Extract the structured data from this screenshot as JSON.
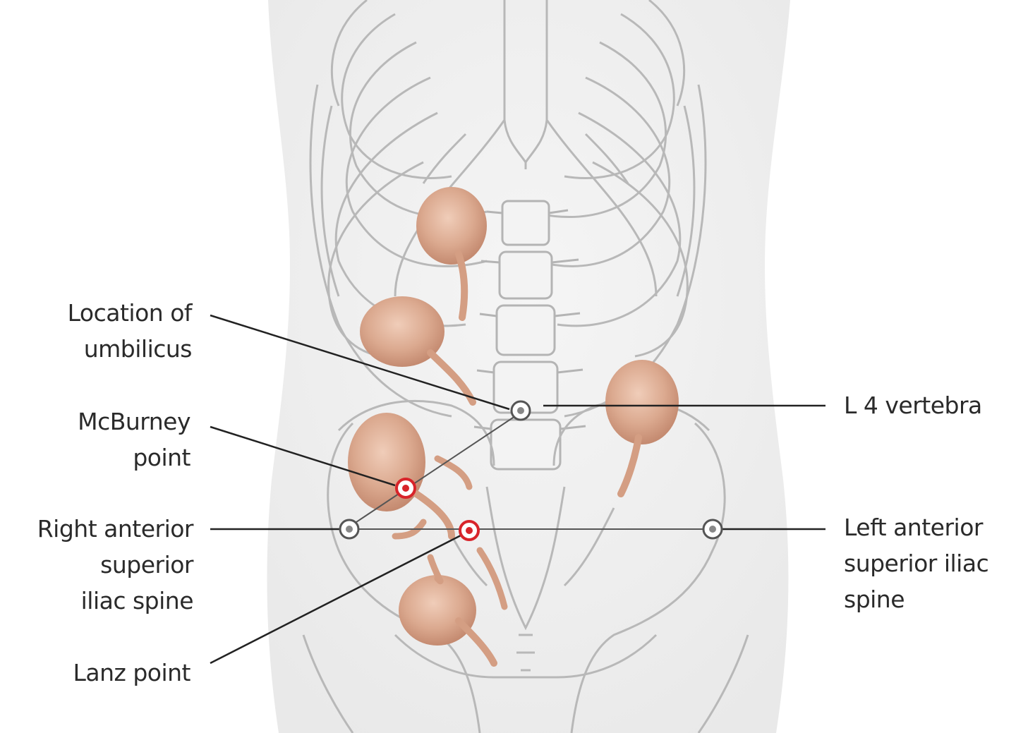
{
  "labels": {
    "umbilicus": [
      "Location of",
      "umbilicus"
    ],
    "mcburney": [
      "McBurney",
      "point"
    ],
    "right_asis": [
      "Right anterior",
      "superior",
      "iliac spine"
    ],
    "lanz": [
      "Lanz point"
    ],
    "l4": [
      "L 4 vertebra"
    ],
    "left_asis": [
      "Left anterior",
      "superior iliac",
      "spine"
    ]
  },
  "colors": {
    "skin": "#efefef",
    "bone_line": "#b4b4b4",
    "organ": "#dba98f",
    "organ_shade": "#c98d72",
    "leader": "#222222",
    "point_clinical": "#d8242a",
    "point_landmark": "#555555"
  }
}
